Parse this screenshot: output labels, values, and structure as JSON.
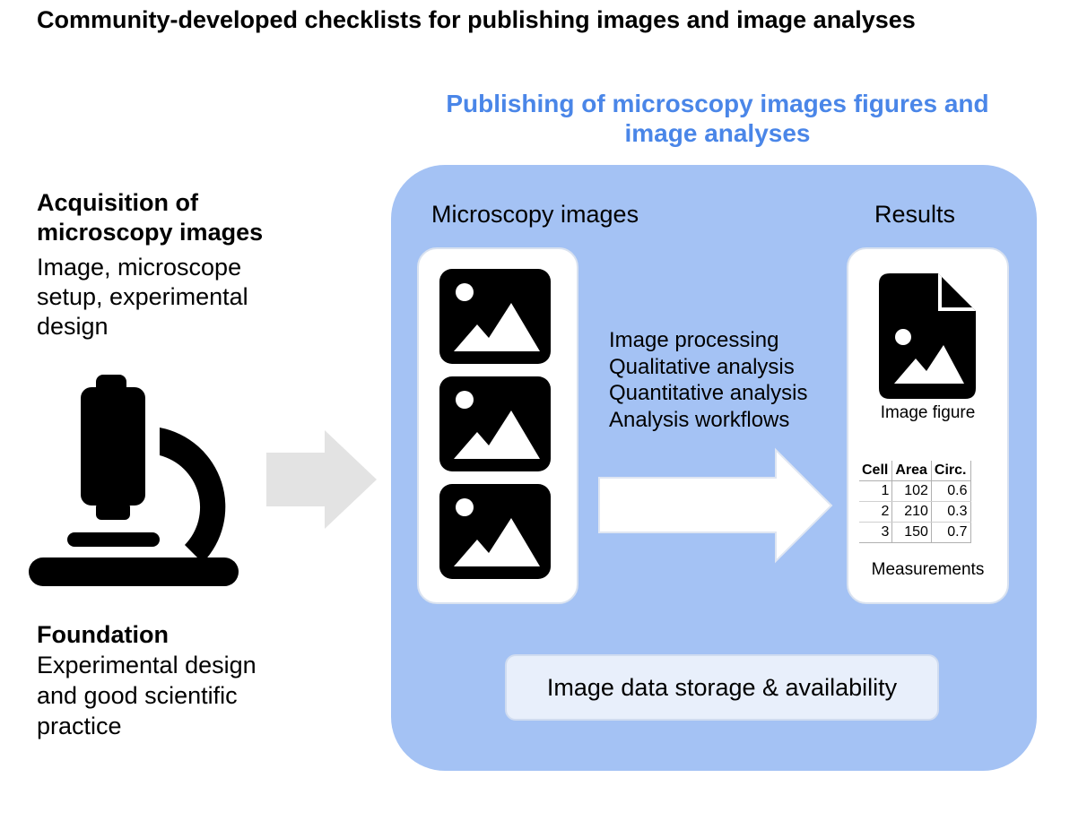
{
  "title": "Community-developed checklists for publishing images and image analyses",
  "publishing": {
    "title": "Publishing of microscopy images figures and image analyses",
    "microscopy_label": "Microscopy images",
    "results_label": "Results",
    "analysis_steps": [
      "Image processing",
      "Qualitative analysis",
      "Quantitative analysis",
      "Analysis workflows"
    ],
    "figure_caption": "Image figure",
    "measurements_caption": "Measurements",
    "storage_label": "Image data storage & availability",
    "panel_color": "#a4c2f4",
    "title_color": "#4a86e8"
  },
  "acquisition": {
    "heading": "Acquisition of microscopy images",
    "body": "Image, microscope setup, experimental design"
  },
  "foundation": {
    "heading": "Foundation",
    "body": "Experimental design and good scientific practice"
  },
  "measurements_table": {
    "headers": [
      "Cell",
      "Area",
      "Circ."
    ],
    "rows": [
      [
        "1",
        "102",
        "0.6"
      ],
      [
        "2",
        "210",
        "0.3"
      ],
      [
        "3",
        "150",
        "0.7"
      ]
    ]
  },
  "icons": [
    "microscope-icon",
    "image-icon",
    "image-file-icon",
    "arrow-right-icon"
  ]
}
